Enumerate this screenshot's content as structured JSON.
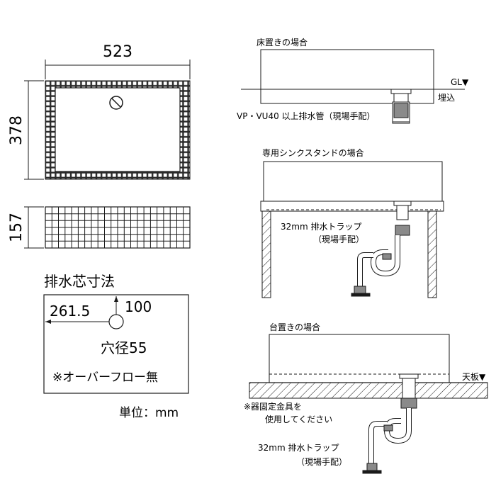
{
  "top_view": {
    "width_label": "523",
    "height_label": "378"
  },
  "side_view": {
    "height_label": "157"
  },
  "drain_center": {
    "title": "排水芯寸法",
    "x_offset": "261.5",
    "y_offset": "100",
    "hole": "穴径55",
    "overflow": "※オーバーフロー無",
    "unit": "単位：mm"
  },
  "floor_install": {
    "title": "床置きの場合",
    "gl": "GL▼",
    "buried": "埋込",
    "pipe": "VP・VU40 以上排水管（現場手配）"
  },
  "stand_install": {
    "title": "専用シンクスタンドの場合",
    "trap": "32mm 排水トラップ",
    "trap_note": "（現場手配）"
  },
  "counter_install": {
    "title": "台置きの場合",
    "counter": "天板▼",
    "fixture_note1": "※器固定金具を",
    "fixture_note2": "使用してください",
    "trap": "32mm 排水トラップ",
    "trap_note": "（現場手配）"
  },
  "colors": {
    "line": "#1a1a1a",
    "tile_fill": "#2a2a2a",
    "gray": "#8a8a8a"
  }
}
